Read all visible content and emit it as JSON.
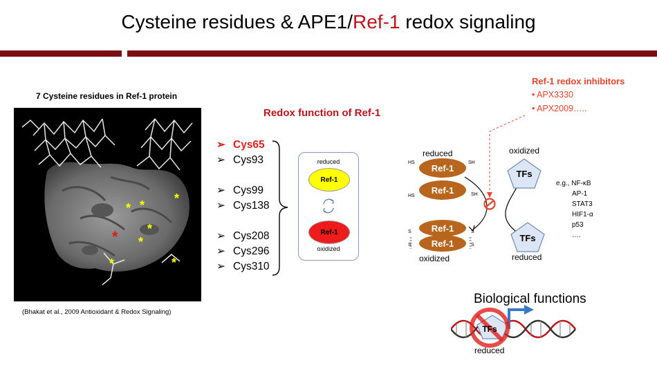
{
  "title": {
    "part1": "Cysteine residues &  APE1/",
    "highlight": "Ref-1",
    "part2": " redox signaling"
  },
  "structure": {
    "heading": "7 Cysteine residues in Ref-1 protein",
    "citation": "(Bhakat et al., 2009 Antioxidant & Redox Signaling)"
  },
  "redox_function": {
    "heading": "Redox function of Ref-1",
    "residues": [
      "Cys65",
      "Cys93",
      "Cys99",
      "Cys138",
      "Cys208",
      "Cys296",
      "Cys310"
    ],
    "arrow_glyph": "➢",
    "panel": {
      "top_label": "reduced",
      "top_oval": "Ref-1",
      "bottom_oval": "Ref-1",
      "bottom_label": "oxidized"
    }
  },
  "inhibitors": {
    "heading": "Ref-1 redox inhibitors",
    "items": [
      "APX3330",
      "APX2009….."
    ]
  },
  "mechanism": {
    "reduced_label": "reduced",
    "ref1_label": "Ref-1",
    "hs": "HS",
    "sh": "SH",
    "s": "S",
    "oxidized_label": "oxidized",
    "tf_label": "TFs",
    "tf_oxidized_label": "oxidized",
    "tf_reduced_label": "reduced",
    "eg_prefix": "e.g., NF-κB",
    "eg_items": [
      "AP-1",
      "STAT3",
      "HIF1-α",
      "p53",
      "…."
    ]
  },
  "biological": {
    "heading": "Biological functions",
    "tf_label": "TFs",
    "reduced_label": "reduced"
  },
  "colors": {
    "accent_red": "#c0141b",
    "inhibitor_orange": "#e8422a",
    "ref1_brown": "#b8661d",
    "tf_blue": "#dde6f4",
    "header_bar": "#7a0e12"
  }
}
